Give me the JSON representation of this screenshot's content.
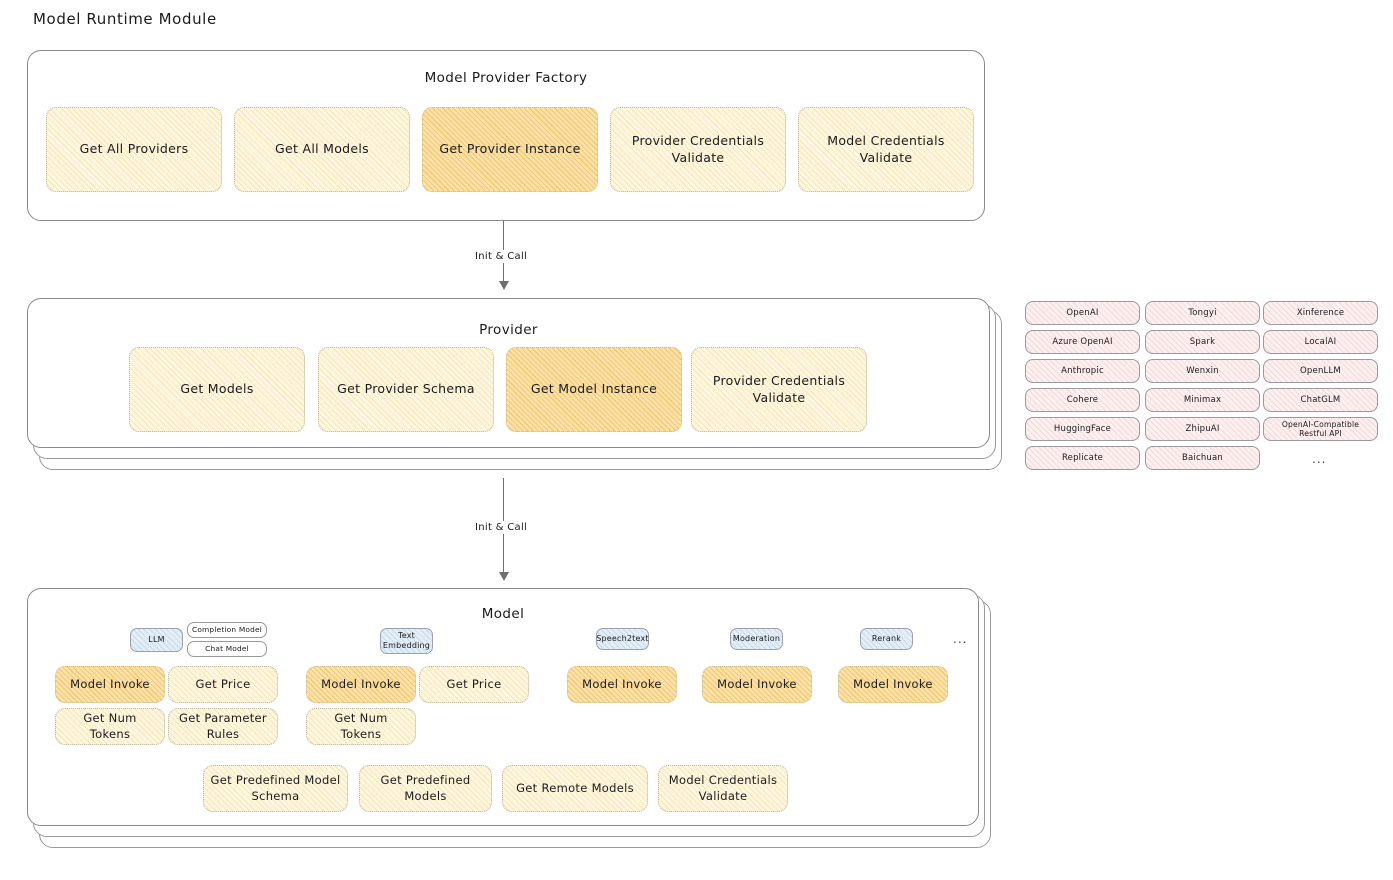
{
  "diagram": {
    "title": "Model Runtime Module"
  },
  "factory": {
    "title": "Model Provider Factory",
    "boxes": [
      {
        "label": "Get All Providers",
        "highlighted": false
      },
      {
        "label": "Get All Models",
        "highlighted": false
      },
      {
        "label": "Get Provider Instance",
        "highlighted": true
      },
      {
        "label": "Provider Credentials Validate",
        "highlighted": false
      },
      {
        "label": "Model Credentials Validate",
        "highlighted": false
      }
    ]
  },
  "arrows": {
    "factory_to_provider": "Init & Call",
    "provider_to_model": "Init & Call"
  },
  "provider": {
    "title": "Provider",
    "boxes": [
      {
        "label": "Get Models",
        "highlighted": false
      },
      {
        "label": "Get Provider Schema",
        "highlighted": false
      },
      {
        "label": "Get Model Instance",
        "highlighted": true
      },
      {
        "label": "Provider Credentials Validate",
        "highlighted": false
      }
    ]
  },
  "provider_list": {
    "column1": [
      "OpenAI",
      "Azure OpenAI",
      "Anthropic",
      "Cohere",
      "HuggingFace",
      "Replicate"
    ],
    "column2": [
      "Tongyi",
      "Spark",
      "Wenxin",
      "Minimax",
      "ZhipuAI",
      "Baichuan"
    ],
    "column3": [
      "Xinference",
      "LocalAI",
      "OpenLLM",
      "ChatGLM",
      "OpenAI-Compatible Restful API"
    ],
    "more": "..."
  },
  "model": {
    "title": "Model",
    "more": "...",
    "types": [
      {
        "badge": "LLM",
        "sub_badges": [
          "Completion Model",
          "Chat Model"
        ],
        "ops": [
          {
            "label": "Model Invoke",
            "highlighted": true
          },
          {
            "label": "Get Price",
            "highlighted": false
          },
          {
            "label": "Get Num Tokens",
            "highlighted": false
          },
          {
            "label": "Get Parameter Rules",
            "highlighted": false
          }
        ]
      },
      {
        "badge": "Text Embedding",
        "sub_badges": [],
        "ops": [
          {
            "label": "Model Invoke",
            "highlighted": true
          },
          {
            "label": "Get Price",
            "highlighted": false
          },
          {
            "label": "Get Num Tokens",
            "highlighted": false
          }
        ]
      },
      {
        "badge": "Speech2text",
        "sub_badges": [],
        "ops": [
          {
            "label": "Model Invoke",
            "highlighted": true
          }
        ]
      },
      {
        "badge": "Moderation",
        "sub_badges": [],
        "ops": [
          {
            "label": "Model Invoke",
            "highlighted": true
          }
        ]
      },
      {
        "badge": "Rerank",
        "sub_badges": [],
        "ops": [
          {
            "label": "Model Invoke",
            "highlighted": true
          }
        ]
      }
    ],
    "common_ops": [
      "Get Predefined Model Schema",
      "Get Predefined Models",
      "Get Remote Models",
      "Model Credentials Validate"
    ]
  },
  "colors": {
    "box_fill": "#fdf6e1",
    "box_fill_highlight": "#fbe2ab",
    "badge_fill": "#e3eef7",
    "chip_fill": "#fdf0f0",
    "panel_border": "#8a8a8a"
  }
}
